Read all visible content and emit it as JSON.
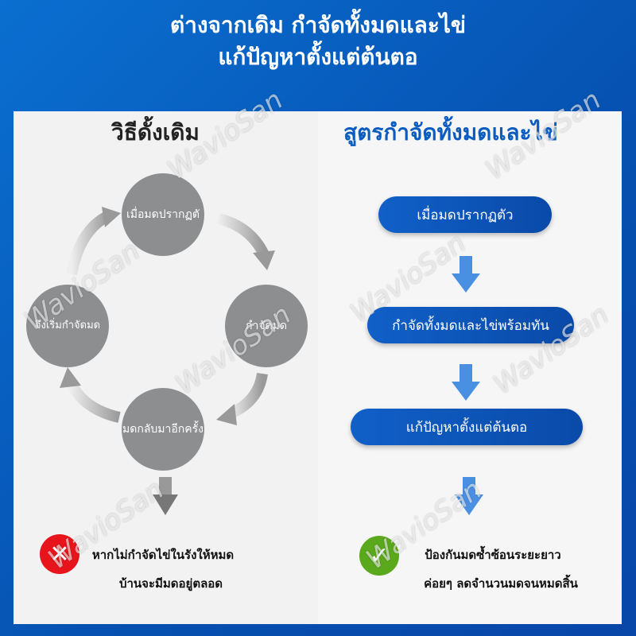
{
  "header": {
    "line1": "ต่างจากเดิม กำจัดทั้งมดและไข่",
    "line2": "แก้ปัญหาตั้งแต่ต้นตอ"
  },
  "left": {
    "heading": "วิธีดั้งเดิม",
    "cycle": [
      "เมื่อมดปรากฏตั",
      "กำจัดมด",
      "มดกลับมาอีกครั้ง",
      "จึงเริ่มกำจัดมด"
    ],
    "result_line1": "หากไม่กำจัดไข่ในรังให้หมด",
    "result_line2": "บ้านจะมีมดอยู่ตลอด"
  },
  "right": {
    "heading": "สูตรกำจัดทั้งมดและไข่",
    "steps": [
      "เมื่อมดปรากฏตัว",
      "กำจัดทั้งมดและไข่พร้อมทัน",
      "แก้ปัญหาตั้งแต่ต้นตอ"
    ],
    "result_line1": "ป้องกันมดซ้ำซ้อนระยะยาว",
    "result_line2": "ค่อยๆ ลดจำนวนมดจนหมดสิ้น"
  },
  "watermark": "WavioSan",
  "colors": {
    "blue": "#0a5cc0",
    "gray": "#8d8e90",
    "red": "#e8141c",
    "green": "#5aa81c"
  }
}
